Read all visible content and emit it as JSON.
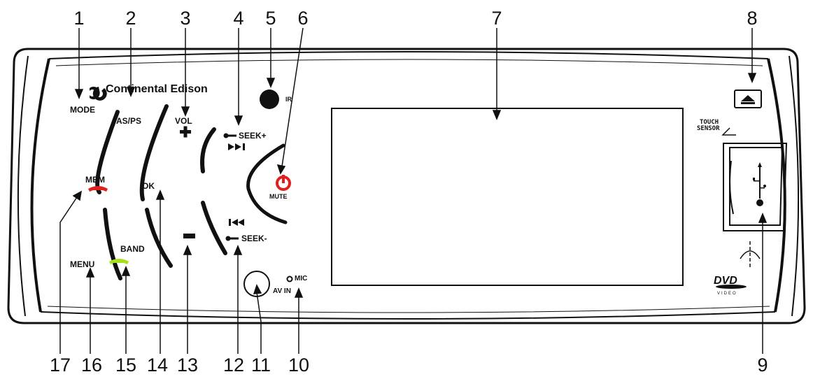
{
  "brand": "Continental Edison",
  "callouts": [
    "1",
    "2",
    "3",
    "4",
    "5",
    "6",
    "7",
    "8",
    "9",
    "10",
    "11",
    "12",
    "13",
    "14",
    "15",
    "16",
    "17"
  ],
  "labels": {
    "mode": "MODE",
    "asps": "AS/PS",
    "vol": "VOL",
    "seek_plus": "SEEK+",
    "ir": "IR",
    "mute": "MUTE",
    "mem": "MEM",
    "ok": "OK",
    "seek_minus": "SEEK-",
    "band": "BAND",
    "menu": "MENU",
    "mic": "MIC",
    "av_in": "AV IN",
    "touch_sensor_line1": "TOUCH",
    "touch_sensor_line2": "SENSOR",
    "dvd_logo": "DVD",
    "dvd_sub": "VIDEO"
  },
  "colors": {
    "outline": "#111111",
    "mute_red": "#e0201c",
    "mem_red": "#e0201c",
    "band_green": "#a6e01c"
  },
  "icons": {
    "eject": "eject-icon",
    "usb": "usb-icon",
    "phone_red": "phone-hangup-icon",
    "phone_green": "phone-answer-icon",
    "mute": "power-mute-icon"
  }
}
